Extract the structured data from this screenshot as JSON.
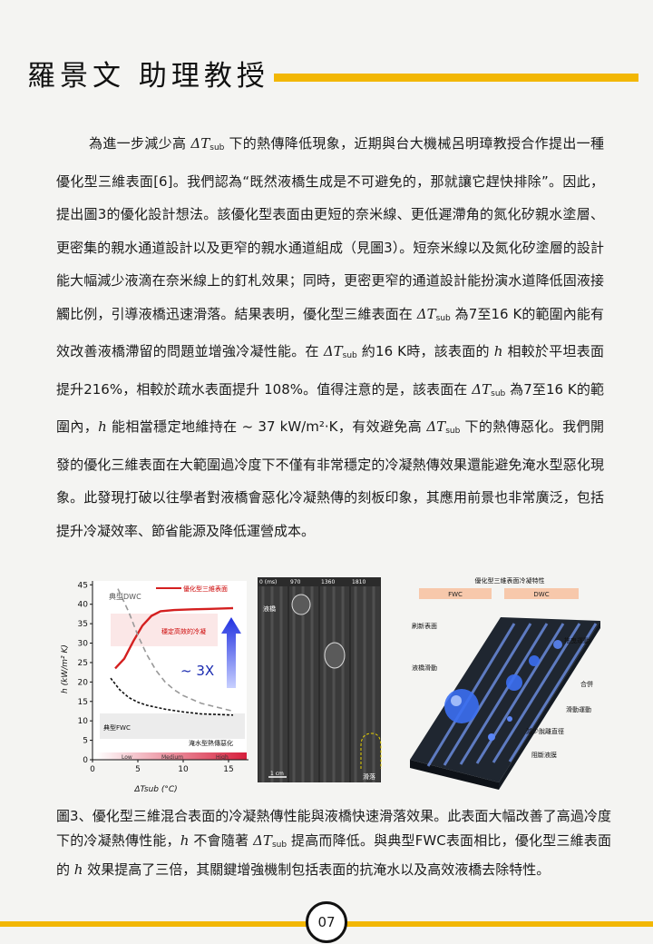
{
  "header": {
    "title": "羅景文 助理教授"
  },
  "body": {
    "paragraph": [
      "為進一步減少高 ",
      "ΔT",
      "sub",
      " 下的熱傳降低現象，近期與台大機械呂明璋教授合作提出一種優化型三維表面[6]。我們認為“既然液橋生成是不可避免的，那就讓它趕快排除”。因此，提出圖3的優化設計想法。該優化型表面由更短的奈米線、更低遲滯角的氮化矽親水塗層、更密集的親水通道設計以及更窄的親水通道組成（見圖3）。短奈米線以及氮化矽塗層的設計能大幅減少液滴在奈米線上的釘札效果；同時，更密更窄的通道設計能扮演水道降低固液接觸比例，引導液橋迅速滑落。結果表明，優化型三維表面在 ",
      "ΔT",
      "sub",
      " 為7至16 K的範圍內能有效改善液橋滯留的問題並增強冷凝性能。在 ",
      "ΔT",
      "sub",
      " 約16 K時，該表面的 ",
      "h",
      " 相較於平坦表面提升216%，相較於疏水表面提升 108%。值得注意的是，該表面在 ",
      "ΔT",
      "sub",
      " 為7至16 K的範圍內，",
      "h",
      " 能相當穩定地維持在 ~ 37 kW/m²·K，有效避免高 ",
      "ΔT",
      "sub",
      " 下的熱傳惡化。我們開發的優化三維表面在大範圍過冷度下不僅有非常穩定的冷凝熱傳效果還能避免淹水型惡化現象。此發現打破以往學者對液橋會惡化冷凝熱傳的刻板印象，其應用前景也非常廣泛，包括提升冷凝效率、節省能源及降低運營成本。"
    ]
  },
  "figure": {
    "chart_data": {
      "type": "line",
      "xlabel": "ΔTsub (°C)",
      "ylabel": "h (kW/m² K)",
      "xlim": [
        0,
        17
      ],
      "ylim": [
        0,
        46
      ],
      "xticks": [
        "0",
        "5",
        "10",
        "15"
      ],
      "yticks": [
        "0",
        "5",
        "10",
        "15",
        "20",
        "25",
        "30",
        "35",
        "40",
        "45"
      ],
      "series": [
        {
          "name": "優化型三維表面",
          "x": [
            2.5,
            3.5,
            4.5,
            5.5,
            6.5,
            7.5,
            9,
            11,
            13,
            15.5
          ],
          "y": [
            23.5,
            26,
            30.5,
            34.5,
            37,
            38.2,
            38.5,
            38.7,
            38.8,
            39
          ],
          "color": "#d42020",
          "dash": false
        },
        {
          "name": "典型DWC",
          "x": [
            2.8,
            4,
            5,
            6,
            7,
            8,
            9,
            10,
            12,
            15.5
          ],
          "y": [
            44,
            38,
            32,
            27,
            23,
            20,
            18,
            16.5,
            14.5,
            12.5
          ],
          "color": "#999999",
          "dash": true
        },
        {
          "name": "典型FWC",
          "x": [
            2,
            3,
            4,
            5,
            6,
            8,
            10,
            12,
            15.5
          ],
          "y": [
            21,
            18,
            16,
            14.8,
            14,
            13,
            12.3,
            11.8,
            11.5
          ],
          "color": "#111111",
          "dash": true
        }
      ],
      "annotations": [
        "穩定高效的冷凝",
        "~ 3X",
        "淹水型熱傳惡化"
      ],
      "xbar_labels": [
        "Low",
        "Medium",
        "High"
      ]
    },
    "photos": {
      "times": [
        "0 (ms)",
        "970",
        "1360",
        "1810"
      ],
      "labels": [
        "液橋",
        "滑落"
      ],
      "scale": "1 cm"
    },
    "schematic": {
      "title": "優化型三維表面冷凝特性",
      "tags": [
        "FWC",
        "DWC"
      ],
      "labels": [
        "刷新表面",
        "液橋滑動",
        "拖曳運動",
        "合併",
        "滑動運動",
        "減少脫離直徑",
        "阻斷液膜"
      ]
    }
  },
  "caption": {
    "parts": [
      "圖3、優化型三維混合表面的冷凝熱傳性能與液橋快速滑落效果。此表面大幅改善了高過冷度下的冷凝熱傳性能，",
      "h",
      " 不會隨著 ",
      "ΔT",
      "sub",
      " 提高而降低。與典型FWC表面相比，優化型三維表面的 ",
      "h",
      " 效果提高了三倍，其關鍵增強機制包括表面的抗淹水以及高效液橋去除特性。"
    ]
  },
  "footer": {
    "page": "07"
  }
}
